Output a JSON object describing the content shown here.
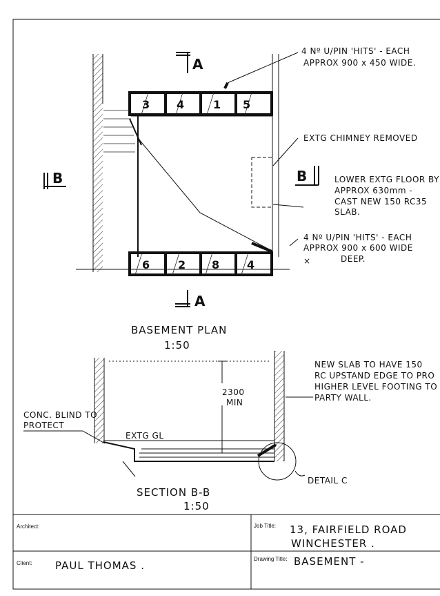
{
  "plan": {
    "section_mark_a_top": "A",
    "section_mark_a_bottom": "A",
    "section_mark_b_left": "B",
    "section_mark_b_right": "B",
    "pins_top": [
      "3",
      "4",
      "1",
      "5"
    ],
    "pins_bottom": [
      "6",
      "2",
      "8",
      "4"
    ],
    "note_top_pins": [
      "4 Nº U/PIN 'HITS' - EACH",
      "APPROX 900 x 450 WIDE."
    ],
    "note_chimney": "EXTG CHIMNEY REMOVED",
    "note_floor": [
      "LOWER EXTG FLOOR BY",
      "APPROX 630mm -",
      "CAST NEW 150 RC35",
      "SLAB."
    ],
    "note_bottom_pins": [
      "4 Nº U/PIN 'HITS' - EACH",
      "APPROX 900 x 600 WIDE",
      "DEEP."
    ],
    "title": "BASEMENT PLAN",
    "scale": "1:50"
  },
  "section": {
    "height_value": "2300",
    "height_unit": "MIN",
    "note_conc": [
      "CONC. BLIND TO",
      "PROTECT"
    ],
    "ground_level": "EXTG GL",
    "note_slab": [
      "NEW SLAB TO HAVE 150",
      "RC UPSTAND EDGE TO PRO",
      "HIGHER LEVEL FOOTING TO",
      "PARTY WALL."
    ],
    "detail": "DETAIL C",
    "title": "SECTION B-B",
    "scale": "1:50"
  },
  "title_block": {
    "architect_label": "Architect:",
    "architect_value": "",
    "client_label": "Client:",
    "client_value": "PAUL THOMAS .",
    "job_label": "Job Title:",
    "job_value_line1": "13, FAIRFIELD ROAD",
    "job_value_line2": "WINCHESTER .",
    "drawing_label": "Drawing Title:",
    "drawing_value": "BASEMENT -"
  }
}
